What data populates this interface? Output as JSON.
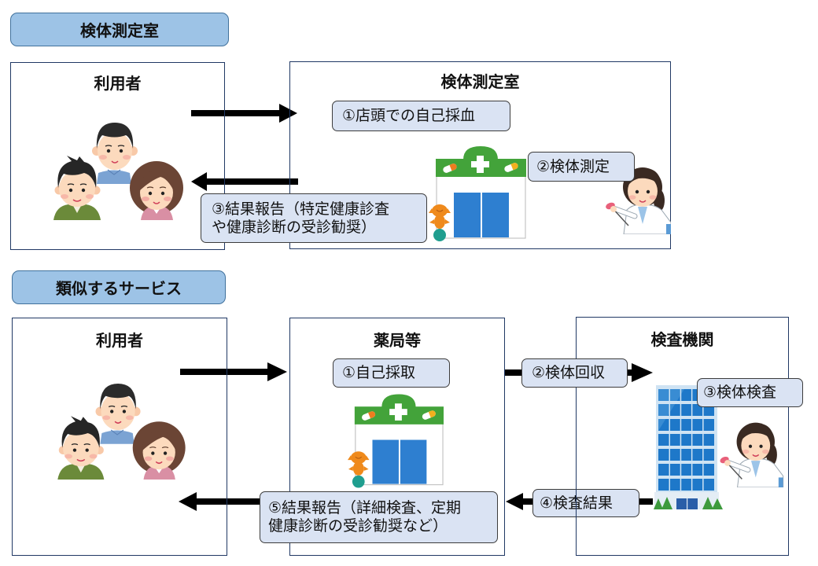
{
  "colors": {
    "header_fill": "#9dc3e6",
    "header_border": "#41719c",
    "callout_fill": "#dae3f3",
    "callout_border": "#3c3c3c",
    "box_border": "#203864",
    "arrow": "#000000"
  },
  "section_measurement_room": {
    "header": "検体測定室",
    "user_box": {
      "title": "利用者",
      "illustration": "people-group-icon"
    },
    "facility_box": {
      "title": "検体測定室",
      "illustrations": [
        "pharmacy-building-icon",
        "nurse-icon"
      ]
    },
    "steps": [
      {
        "lines": [
          "①店頭での自己採血"
        ]
      },
      {
        "lines": [
          "②検体測定"
        ]
      },
      {
        "lines": [
          "③結果報告（特定健康診査",
          "や健康診断の受診勧奨）"
        ]
      }
    ],
    "arrows": [
      {
        "from": "利用者",
        "to": "検体測定室"
      },
      {
        "from": "検体測定室",
        "to": "利用者"
      }
    ]
  },
  "section_similar_service": {
    "header": "類似するサービス",
    "user_box": {
      "title": "利用者",
      "illustration": "people-group-icon"
    },
    "pharmacy_box": {
      "title": "薬局等",
      "illustration": "pharmacy-building-icon"
    },
    "lab_box": {
      "title": "検査機関",
      "illustrations": [
        "office-building-icon",
        "nurse-icon"
      ]
    },
    "steps": [
      {
        "lines": [
          "①自己採取"
        ]
      },
      {
        "lines": [
          "②検体回収"
        ]
      },
      {
        "lines": [
          "③検体検査"
        ]
      },
      {
        "lines": [
          "④検査結果"
        ]
      },
      {
        "lines": [
          "⑤結果報告（詳細検査、定期",
          "健康診断の受診勧奨など）"
        ]
      }
    ],
    "arrows": [
      {
        "from": "利用者",
        "to": "薬局等"
      },
      {
        "from": "薬局等",
        "to": "検査機関"
      },
      {
        "from": "検査機関",
        "to": "薬局等"
      },
      {
        "from": "薬局等",
        "to": "利用者"
      }
    ]
  }
}
